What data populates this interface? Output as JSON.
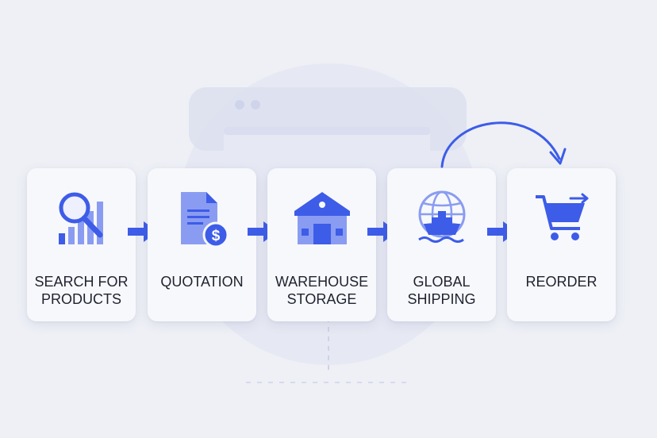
{
  "steps": [
    {
      "label": "SEARCH FOR\nPRODUCTS",
      "icon": "magnifier-bar-chart-icon"
    },
    {
      "label": "QUOTATION",
      "icon": "document-dollar-icon"
    },
    {
      "label": "WAREHOUSE\nSTORAGE",
      "icon": "warehouse-icon"
    },
    {
      "label": "GLOBAL\nSHIPPING",
      "icon": "globe-ship-icon"
    },
    {
      "label": "REORDER",
      "icon": "shopping-cart-icon"
    }
  ],
  "colors": {
    "accent": "#3d5ce8",
    "accent_light": "#8a9cf2",
    "card": "#f7f8fb",
    "background": "#eef0f6",
    "text": "#1f2330"
  }
}
